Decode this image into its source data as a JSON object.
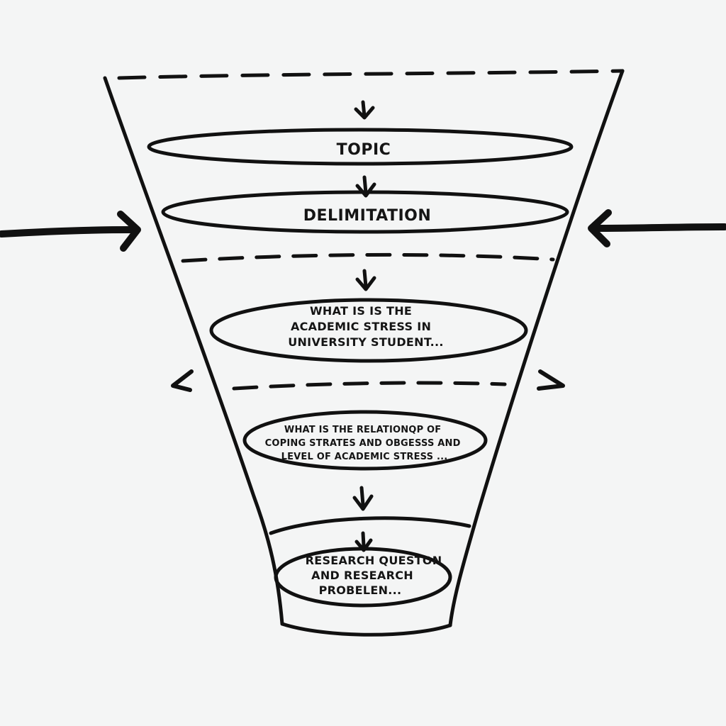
{
  "colors": {
    "background": "#f4f5f5",
    "ink": "#111111"
  },
  "stages": {
    "topic": {
      "lines": [
        "TOPIC"
      ]
    },
    "delimitation": {
      "lines": [
        "DELIMITATION"
      ]
    },
    "question_broad": {
      "lines": [
        "WHAT IS IS THE",
        "ACADEMIC STRESS IN",
        "UNIVERSITY STUDENT..."
      ]
    },
    "question_narrow": {
      "lines": [
        "WHAT IS THE RELATIONQP OF",
        "COPING STRATES AND OBGESSS AND",
        "LEVEL OF ACADEMIC STRESS ..."
      ]
    },
    "research": {
      "lines": [
        "RESEARCH QUESTON",
        "AND RESEARCH",
        "PROBELEN..."
      ]
    }
  }
}
